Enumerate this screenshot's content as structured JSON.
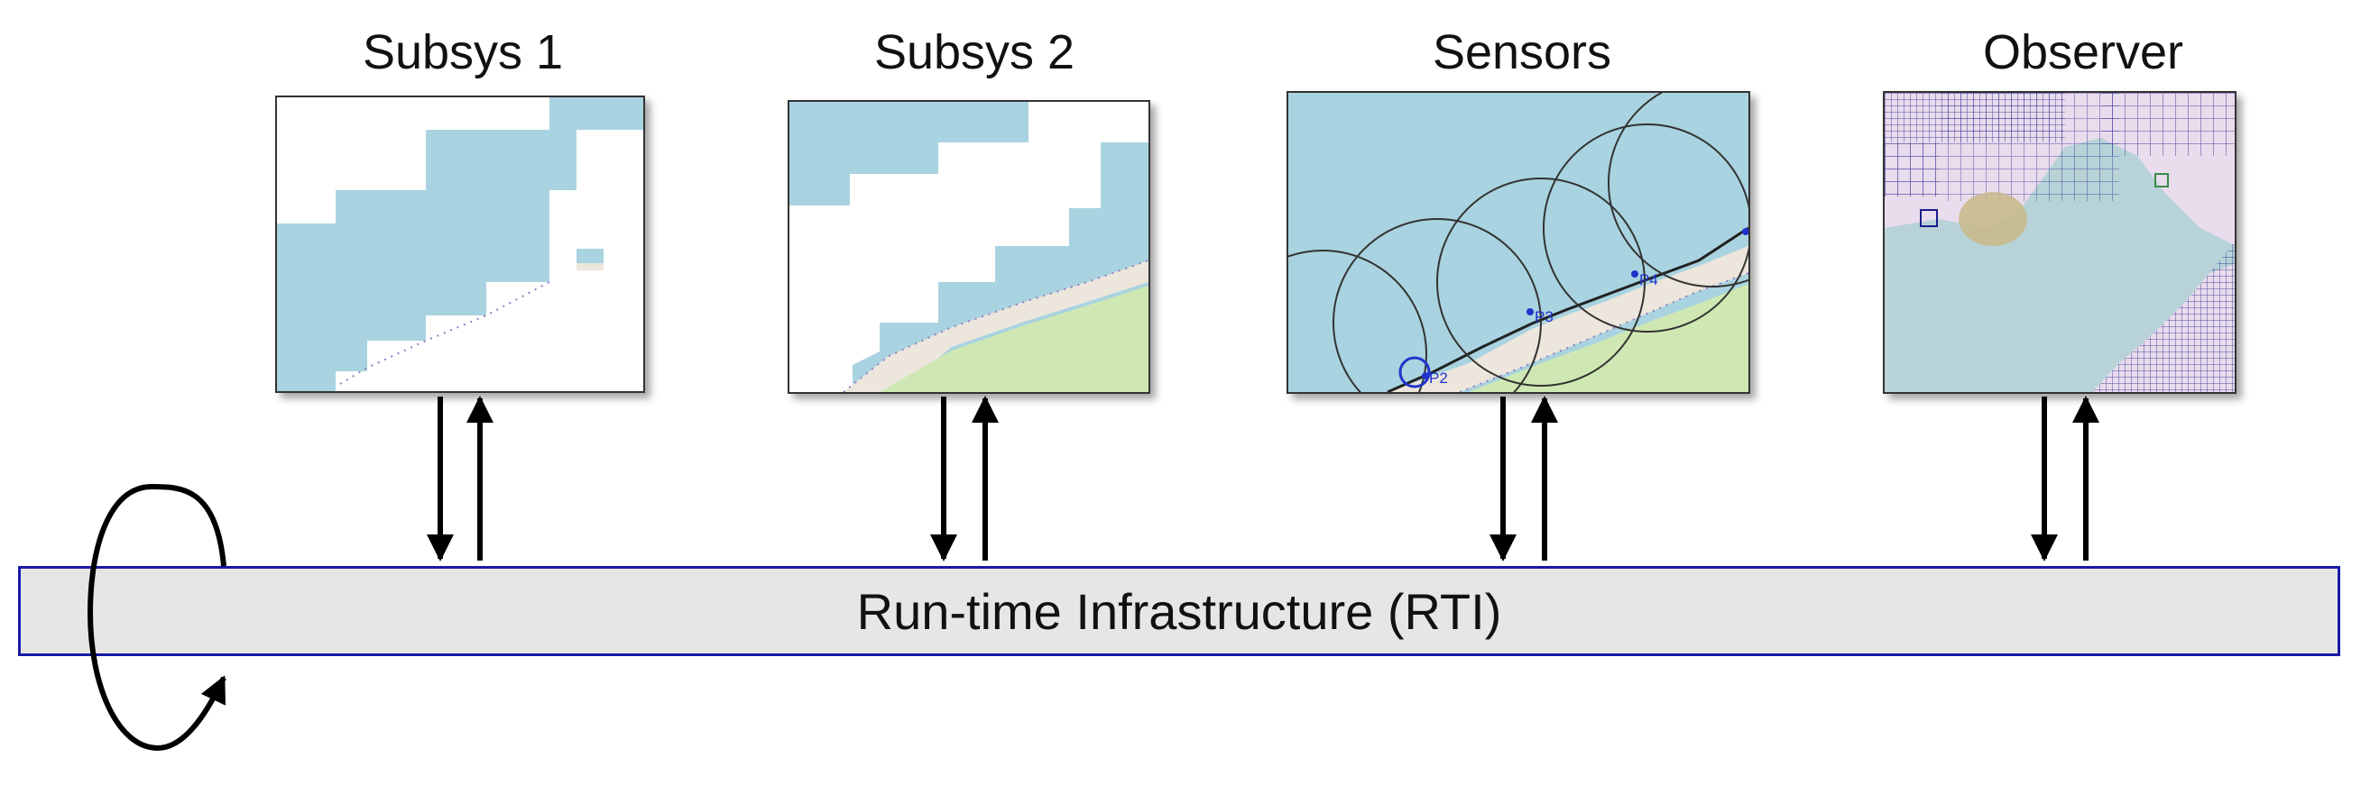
{
  "components": [
    {
      "id": "subsys1",
      "title": "Subsys 1"
    },
    {
      "id": "subsys2",
      "title": "Subsys 2"
    },
    {
      "id": "sensors",
      "title": "Sensors"
    },
    {
      "id": "observer",
      "title": "Observer"
    }
  ],
  "sensor_labels": [
    "P2",
    "P3",
    "P4"
  ],
  "rti": {
    "label": "Run-time Infrastructure (RTI)"
  },
  "colors": {
    "water": "#a9d3e0",
    "land": "#cfe8b3",
    "beach": "#ece6dc",
    "rti_fill": "#e6e6e6",
    "rti_border": "#1a1aa8",
    "grid": "#1a1a8c"
  }
}
